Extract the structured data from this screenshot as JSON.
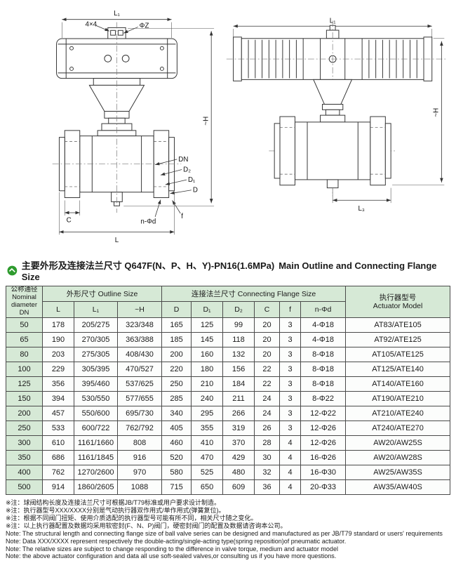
{
  "title": {
    "zh": "主要外形及连接法兰尺寸 Q647F(N、P、H、Y)-PN16(1.6MPa)",
    "en": "Main Outline and Connecting Flange Size"
  },
  "drawings": {
    "left": {
      "l1": "L₁",
      "s4x4": "4×4",
      "phiz": "ΦZ",
      "h": "~H",
      "dn": "DN",
      "d2": "D₂",
      "d1": "D₁",
      "d": "D",
      "c": "C",
      "l": "L",
      "nphid": "n-Φd",
      "f": "f"
    },
    "right": {
      "l1": "L₁",
      "h": "~H",
      "l3": "L₃"
    }
  },
  "table": {
    "col_dn": "公称通径\nNominal\ndiameter\nDN",
    "group_outline": "外形尺寸 Outline Size",
    "group_flange": "连接法兰尺寸 Connecting Flange Size",
    "col_actuator": "执行器型号\nActuator Model",
    "sub": [
      "L",
      "L₁",
      "~H",
      "D",
      "D₁",
      "D₂",
      "C",
      "f",
      "n-Φd"
    ],
    "rows": [
      [
        "50",
        "178",
        "205/275",
        "323/348",
        "165",
        "125",
        "99",
        "20",
        "3",
        "4-Φ18",
        "AT83/ATE105"
      ],
      [
        "65",
        "190",
        "270/305",
        "363/388",
        "185",
        "145",
        "118",
        "20",
        "3",
        "4-Φ18",
        "AT92/ATE125"
      ],
      [
        "80",
        "203",
        "275/305",
        "408/430",
        "200",
        "160",
        "132",
        "20",
        "3",
        "8-Φ18",
        "AT105/ATE125"
      ],
      [
        "100",
        "229",
        "305/395",
        "470/527",
        "220",
        "180",
        "156",
        "22",
        "3",
        "8-Φ18",
        "AT125/ATE140"
      ],
      [
        "125",
        "356",
        "395/460",
        "537/625",
        "250",
        "210",
        "184",
        "22",
        "3",
        "8-Φ18",
        "AT140/ATE160"
      ],
      [
        "150",
        "394",
        "530/550",
        "577/655",
        "285",
        "240",
        "211",
        "24",
        "3",
        "8-Φ22",
        "AT190/ATE210"
      ],
      [
        "200",
        "457",
        "550/600",
        "695/730",
        "340",
        "295",
        "266",
        "24",
        "3",
        "12-Φ22",
        "AT210/ATE240"
      ],
      [
        "250",
        "533",
        "600/722",
        "762/792",
        "405",
        "355",
        "319",
        "26",
        "3",
        "12-Φ26",
        "AT240/ATE270"
      ],
      [
        "300",
        "610",
        "1161/1660",
        "808",
        "460",
        "410",
        "370",
        "28",
        "4",
        "12-Φ26",
        "AW20/AW25S"
      ],
      [
        "350",
        "686",
        "1161/1845",
        "916",
        "520",
        "470",
        "429",
        "30",
        "4",
        "16-Φ26",
        "AW20/AW28S"
      ],
      [
        "400",
        "762",
        "1270/2600",
        "970",
        "580",
        "525",
        "480",
        "32",
        "4",
        "16-Φ30",
        "AW25/AW35S"
      ],
      [
        "500",
        "914",
        "1860/2605",
        "1088",
        "715",
        "650",
        "609",
        "36",
        "4",
        "20-Φ33",
        "AW35/AW40S"
      ]
    ]
  },
  "notes": [
    "※注：球阀结构长度及连接法兰尺寸可根据JB/T79标准或用户要求设计制造。",
    "※注：执行器型号XXX/XXXX分别是气动执行器双作用式/单作用式(弹簧复位)。",
    "※注：根据不同阀门扭矩、使用介质选配的执行器型号可能有所不同，相关尺寸随之变化。",
    "※注：以上执行器配置及数据均采用软密封(F、N、P)阀门，硬密封阀门的配置及数据请咨询本公司。",
    "Note: The structural length and connecting flange size of ball valve series can be designed and manufactured as per JB/T79 standard or users' requirements",
    "Note: Data XXX/XXXX  represent respectively the double-acting/single-acting type(spring reposition)of pneumatic actuator.",
    "Note: The relative sizes are subject to change responding to the difference in valve torque, medium and actuator model",
    "Note: the above actuator  configuration and data  all use soft-sealed valves,or consulting us if you have more questions."
  ]
}
